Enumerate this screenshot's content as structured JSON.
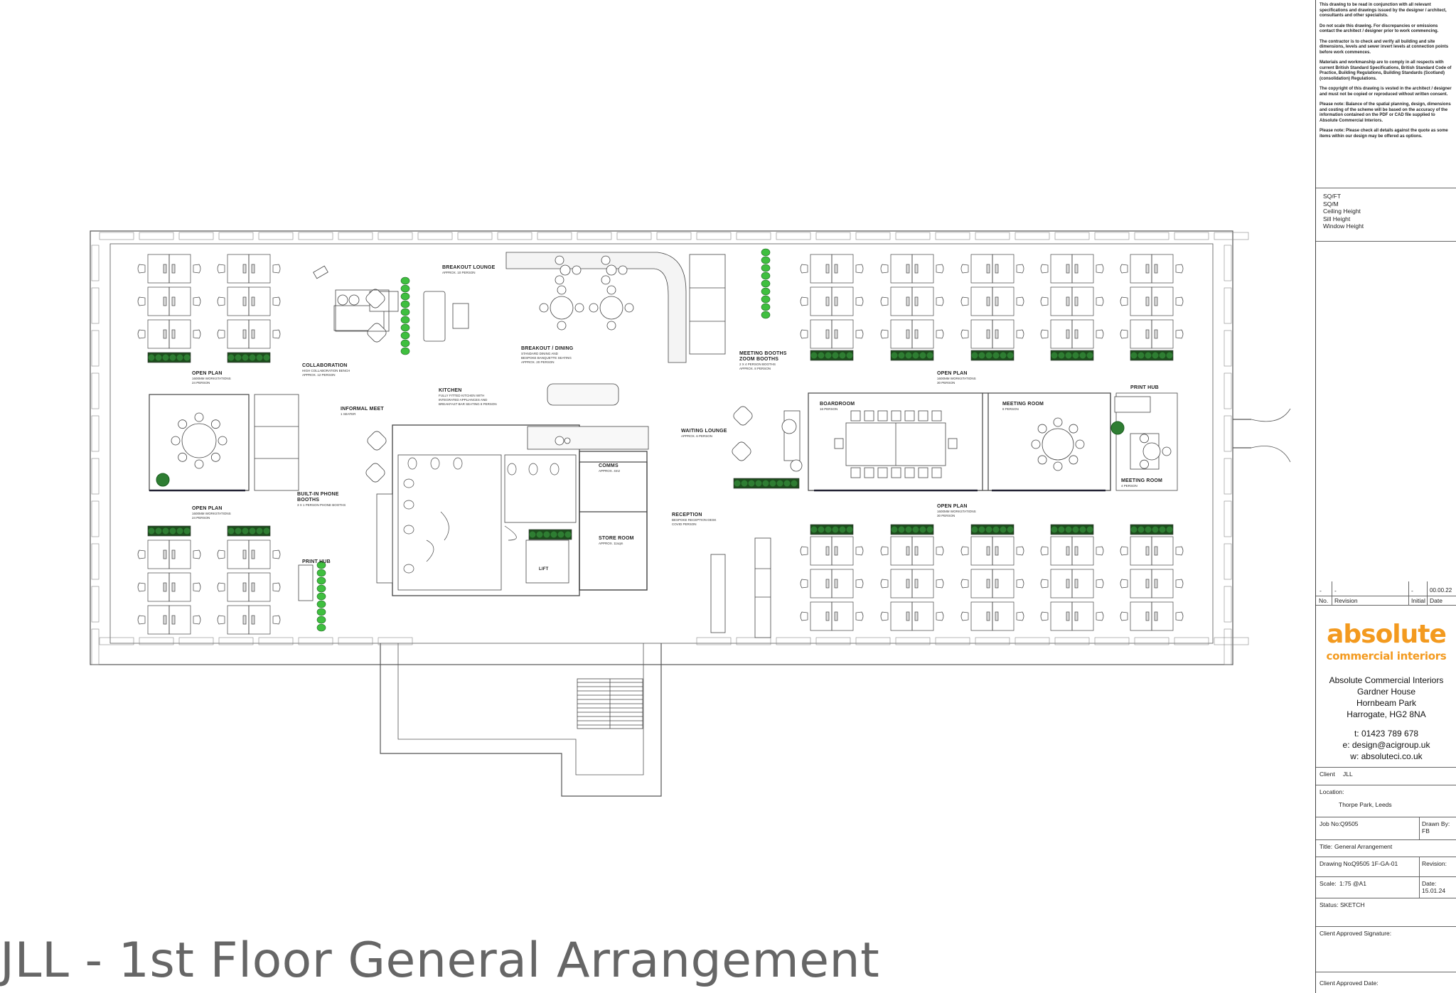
{
  "rooms": {
    "open_plan_top_left": {
      "name": "OPEN PLAN",
      "sub": "1600MM WORKSTATIONS\n24 PERSON"
    },
    "open_plan_bottom_left": {
      "name": "OPEN PLAN",
      "sub": "1600MM WORKSTATIONS\n24 PERSON"
    },
    "open_plan_top_right": {
      "name": "OPEN PLAN",
      "sub": "1600MM WORKSTATIONS\n30 PERSON"
    },
    "open_plan_bottom_right": {
      "name": "OPEN PLAN",
      "sub": "1600MM WORKSTATIONS\n30 PERSON"
    },
    "breakout_lounge": {
      "name": "BREAKOUT LOUNGE",
      "sub": "APPROX. 10 PERSON"
    },
    "collaboration": {
      "name": "COLLABORATION",
      "sub": "HIGH COLLABORATION BENCH\nAPPROX. 12 PERSON"
    },
    "breakout_dining": {
      "name": "BREAKOUT / DINING",
      "sub": "STANDARD DINING AND\nBESPOKE BANQUETTE SEATING\nAPPROX. 20 PERSON"
    },
    "kitchen": {
      "name": "KITCHEN",
      "sub": "FULLY FITTED KITCHEN WITH\nINTEGRATED APPLIANCES AND\nBREAKFAST BAR SEATING 8 PERSON"
    },
    "meeting_booths": {
      "name": "MEETING BOOTHS\nZOOM BOOTHS",
      "sub": "2 X 4 PERSON BOOTHS\nAPPROX. 8 PERSON"
    },
    "informal_meet": {
      "name": "INFORMAL MEET",
      "sub": "1 SEATER"
    },
    "built_in_booths": {
      "name": "BUILT-IN PHONE\nBOOTHS",
      "sub": "3 X 1 PERSON PHONE BOOTHS"
    },
    "print_hub_left": {
      "name": "PRINT HUB",
      "sub": ""
    },
    "print_hub_right": {
      "name": "PRINT HUB",
      "sub": ""
    },
    "waiting_lounge": {
      "name": "WAITING LOUNGE",
      "sub": "APPROX. 6 PERSON"
    },
    "boardroom": {
      "name": "BOARDROOM",
      "sub": "16 PERSON"
    },
    "meeting_room_1": {
      "name": "MEETING ROOM",
      "sub": "8 PERSON"
    },
    "meeting_room_2": {
      "name": "MEETING ROOM",
      "sub": "4 PERSON"
    },
    "comms": {
      "name": "COMMS",
      "sub": "APPROX. 4m2"
    },
    "store_room": {
      "name": "STORE ROOM",
      "sub": "APPROX. 11sqm"
    },
    "reception": {
      "name": "RECEPTION",
      "sub": "BESPOKE RECEPTION DESK\nCOVID PERSON"
    },
    "lift": {
      "name": "LIFT",
      "sub": ""
    }
  },
  "drawing_title": "JLL - 1st Floor General Arrangement",
  "notes": [
    "This drawing to be read in conjunction with all relevant specifications and drawings issued by the designer / architect, consultants and other specialists.",
    "Do not scale this drawing. For discrepancies or omissions contact the architect / designer prior to work commencing.",
    "The contractor is to check and verify all building and site dimensions, levels and sewer invert levels at connection points before work commences.",
    "Materials and workmanship are to comply in all respects with current British Standard Specifications, British Standard Code of Practice, Building Regulations, Building Standards (Scotland) (consolidation) Regulations.",
    "The copyright of this drawing is vested in the architect / designer and must not be copied or reproduced without written consent.",
    "Please note: Balance of the spatial planning, design, dimensions and costing of the scheme will be based on the accuracy of the information contained on the PDF or CAD file supplied to Absolute Commercial Interiors.",
    "Please note: Please check all details against the quote as some items within our design may be offered as options."
  ],
  "areas": [
    "SQ/FT",
    "SQ/M",
    "Ceiling Height",
    "Sill Height",
    "Window Height"
  ],
  "revision_row": {
    "no": "-",
    "revision": "-",
    "initial": "-",
    "date": "00.00.22"
  },
  "revision_header": {
    "no": "No.",
    "revision": "Revision",
    "initial": "Initial",
    "date": "Date"
  },
  "company": {
    "logo_main": "absolute",
    "logo_sub": "commercial interiors",
    "name": "Absolute Commercial Interiors",
    "address1": "Gardner House",
    "address2": "Hornbeam Park",
    "address3": "Harrogate, HG2 8NA",
    "phone": "t: 01423 789 678",
    "email": "e: design@acigroup.uk",
    "web": "w: absoluteci.co.uk"
  },
  "fields": {
    "client_label": "Client",
    "client": "JLL",
    "location_label": "Location:",
    "location": "Thorpe Park, Leeds",
    "job_label": "Job No:",
    "job": "Q9505",
    "drawn_label": "Drawn By:",
    "drawn": "FB",
    "title_label": "Title:",
    "title": "General Arrangement",
    "drawing_label": "Drawing No:",
    "drawing": "Q9505 1F-GA-01",
    "revision_label": "Revision:",
    "scale_label": "Scale:",
    "scale": "1:75 @A1",
    "date_label": "Date:",
    "date": "15.01.24",
    "status_label": "Status:",
    "status": "SKETCH",
    "approved_sig": "Client Approved Signature:",
    "approved_date": "Client Approved Date:"
  }
}
